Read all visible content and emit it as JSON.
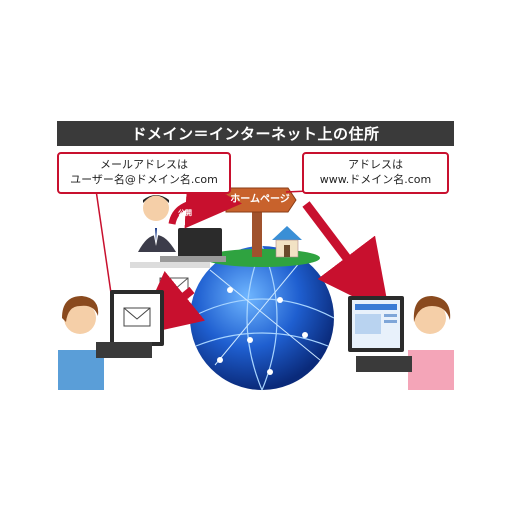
{
  "banner": {
    "title": "ドメイン＝インターネット上の住所"
  },
  "callouts": {
    "email": {
      "line1": "メールアドレスは",
      "line2": "ユーザー名@ドメイン名.com"
    },
    "address": {
      "line1": "アドレスは",
      "line2": "www.ドメイン名.com"
    }
  },
  "signpost": {
    "label": "ホームページ"
  },
  "publish_label": "公開",
  "colors": {
    "banner_bg": "#3a3a3a",
    "accent_red": "#c8102e",
    "signpost": "#c8622c",
    "globe": "#1a4fb8"
  },
  "icons": [
    "globe-icon",
    "house-icon",
    "envelope-icon",
    "laptop-icon",
    "monitor-icon",
    "keyboard-icon",
    "arrow-icon"
  ]
}
